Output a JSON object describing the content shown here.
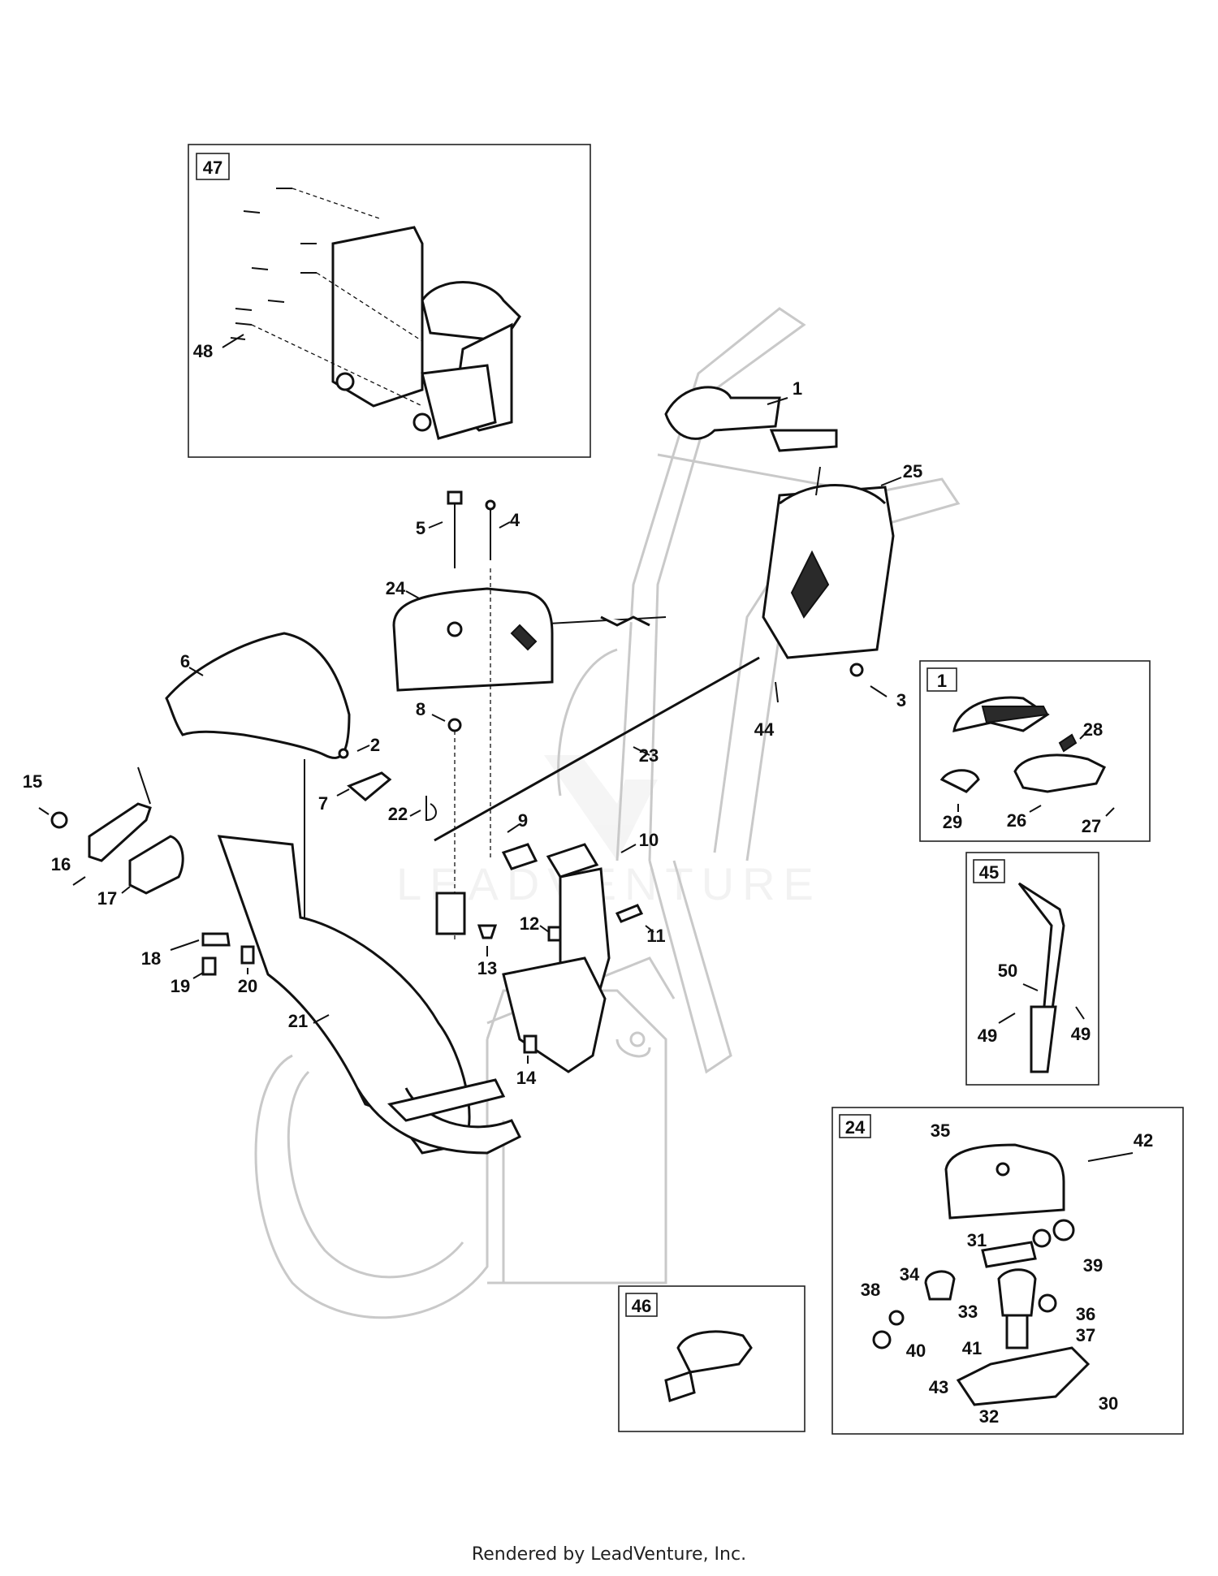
{
  "labels": {
    "1": "1",
    "2": "2",
    "3": "3",
    "4": "4",
    "5": "5",
    "6": "6",
    "7": "7",
    "8": "8",
    "9": "9",
    "10": "10",
    "11": "11",
    "12": "12",
    "13": "13",
    "14": "14",
    "15": "15",
    "16": "16",
    "17": "17",
    "18": "18",
    "19": "19",
    "20": "20",
    "21": "21",
    "22": "22",
    "23": "23",
    "24": "24",
    "25": "25",
    "26": "26",
    "27": "27",
    "28": "28",
    "29": "29",
    "30": "30",
    "31": "31",
    "32": "32",
    "33": "33",
    "34": "34",
    "35": "35",
    "36": "36",
    "37": "37",
    "38": "38",
    "39": "39",
    "40": "40",
    "41": "41",
    "42": "42",
    "43": "43",
    "44": "44",
    "48": "48",
    "49": "49",
    "50": "50"
  },
  "insets": {
    "box_47": "47",
    "box_1": "1",
    "box_45": "45",
    "box_24": "24",
    "box_46": "46"
  },
  "watermark": "LEADVENTURE",
  "footer": "Rendered by LeadVenture, Inc."
}
